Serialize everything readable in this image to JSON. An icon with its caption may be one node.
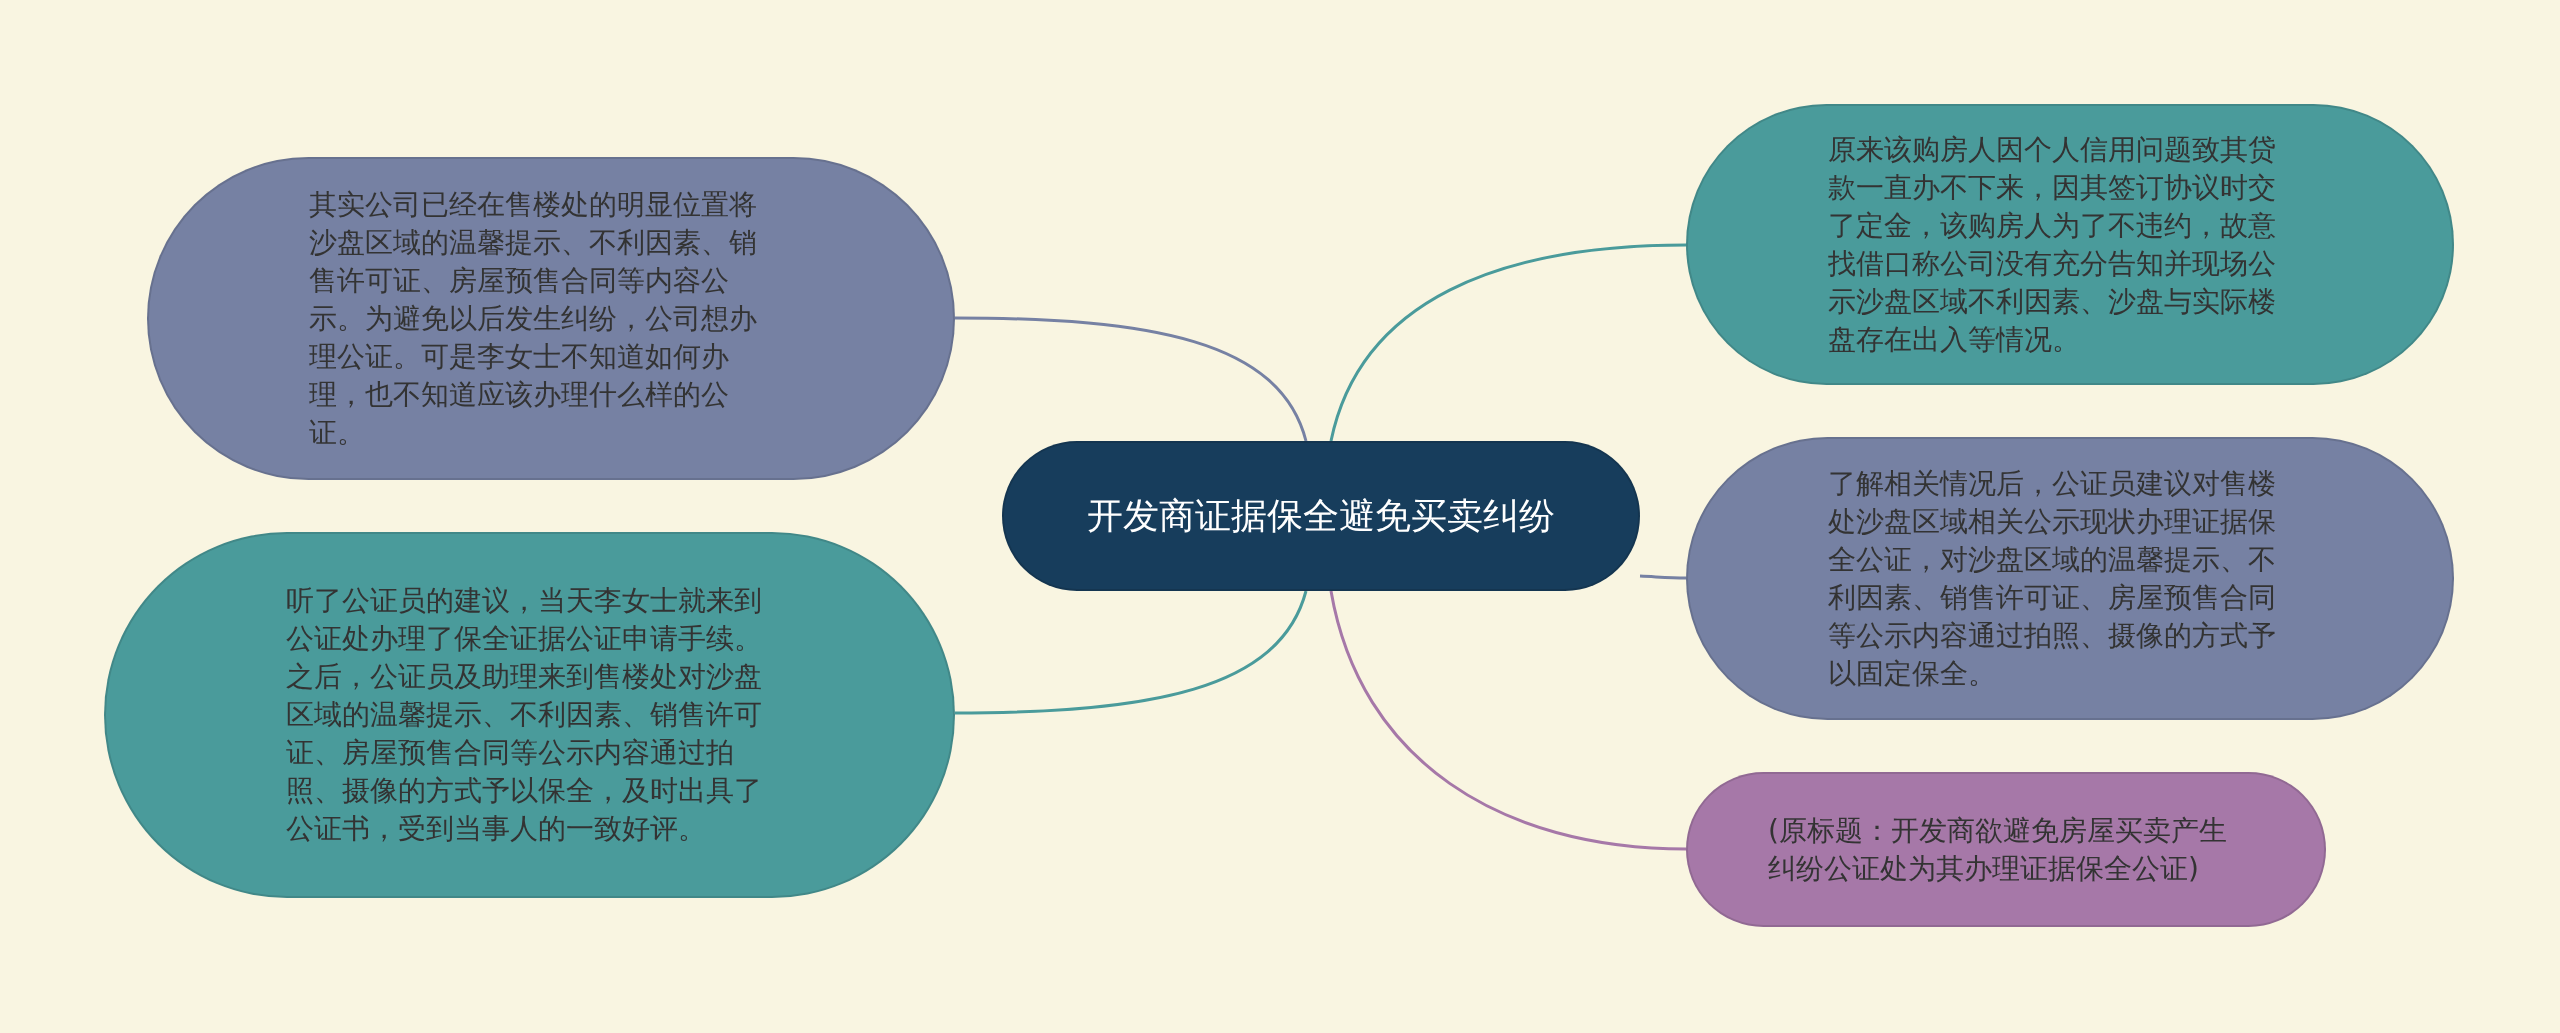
{
  "diagram": {
    "nodes": [
      {
        "text": [
          "开发商证据保全避免买卖纠纷"
        ]
      },
      {
        "text": [
          "其实公司已经在售楼处的明显位置将沙盘区域的温馨提示、不利因素、销售许可证、房屋预售合同等内容公示。为避免以后发生纠纷，公司想办理公证。可是李女士不知道如何办理，也不知道应该办理什么样的公证。"
        ]
      },
      {
        "text": [
          "听了公证员的建议，当天李女士就来到公证处办理了保全证据公证申请手续。之后，公证员及助理来到售楼处对沙盘区域的温馨提示、不利因素、销售许可证、房屋预售合同等公示内容通过拍照、摄像的方式予以保全，及时出具了公证书，受到当事人的一致好评。"
        ]
      },
      {
        "text": [
          "原来该购房人因个人信用问题致其贷款一直办不下来，因其签订协议时交了定金，该购房人为了不违约，故意找借口称公司没有充分告知并现场公示沙盘区域不利因素、沙盘与实际楼盘存在出入等情况。"
        ]
      },
      {
        "text": [
          "了解相关情况后，公证员建议对售楼处沙盘区域相关公示现状办理证据保全公证，对沙盘区域的温馨提示、不利因素、销售许可证、房屋预售合同等公示内容通过拍照、摄像的方式予以固定保全。"
        ]
      },
      {
        "text": [
          "(原标题：开发商欲避免房屋买卖产生纠纷公证处为其办理证据保全公证)"
        ]
      }
    ],
    "edges": [
      {
        "from": 0,
        "to": 1,
        "arrow": "none",
        "color": "#7681a3"
      },
      {
        "from": 0,
        "to": 2,
        "arrow": "none",
        "color": "#4a9b9b"
      },
      {
        "from": 0,
        "to": 3,
        "arrow": "none",
        "color": "#4a9b9b"
      },
      {
        "from": 0,
        "to": 4,
        "arrow": "none",
        "color": "#7681a3"
      },
      {
        "from": 0,
        "to": 5,
        "arrow": "none",
        "color": "#a678a8"
      }
    ]
  }
}
